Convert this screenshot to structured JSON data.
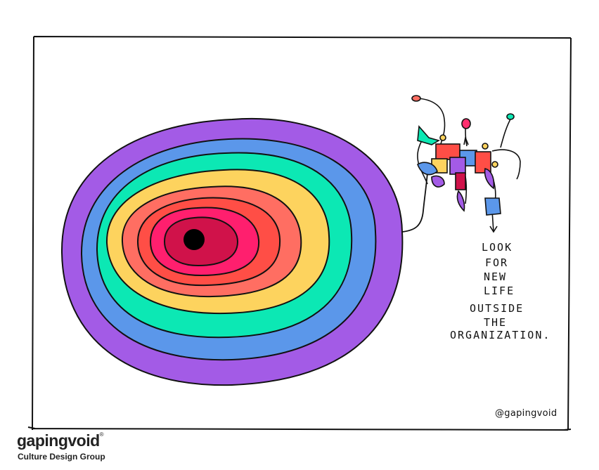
{
  "caption": {
    "lines": [
      "Look",
      "for",
      "new",
      "life",
      "outside",
      "the",
      "organization."
    ]
  },
  "signature": "@gapingvoid",
  "footer": {
    "brand": "gapingvoid",
    "tagline": "Culture Design Group"
  },
  "palette": {
    "ring1": "#a35be6",
    "ring2": "#5b97ea",
    "ring3": "#0ce8b4",
    "ring4": "#fdd35e",
    "ring5": "#ff6e62",
    "ring6": "#ff4e46",
    "ring7": "#ff1f6e",
    "core": "#d0124a",
    "center": "#000000"
  }
}
